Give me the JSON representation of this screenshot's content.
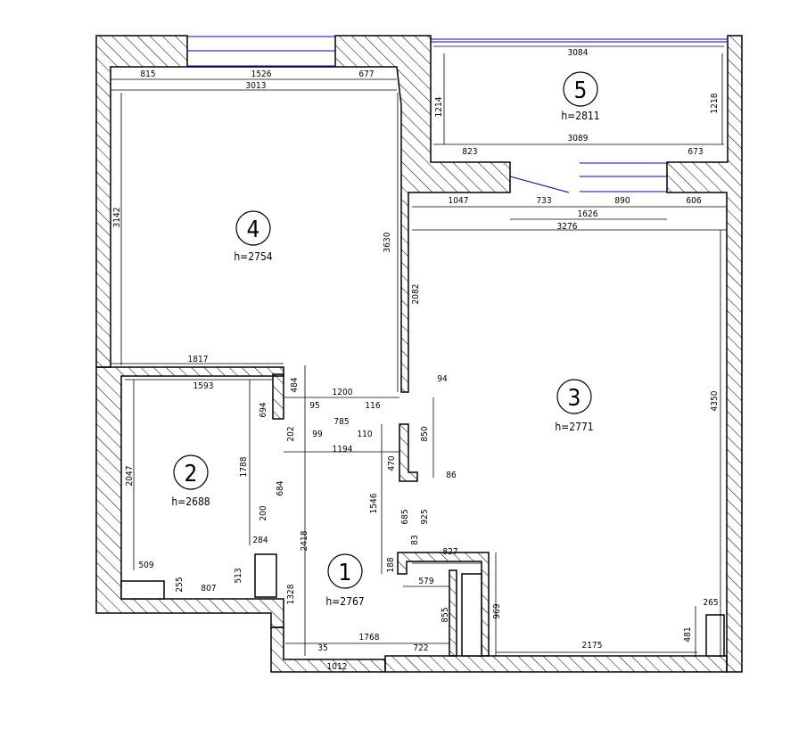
{
  "rooms": [
    {
      "number": "1",
      "height": "h=2767"
    },
    {
      "number": "2",
      "height": "h=2688"
    },
    {
      "number": "3",
      "height": "h=2771"
    },
    {
      "number": "4",
      "height": "h=2754"
    },
    {
      "number": "5",
      "height": "h=2811"
    }
  ],
  "dims": [
    "815",
    "1526",
    "677",
    "3013",
    "3142",
    "3630",
    "1817",
    "1593",
    "484",
    "1200",
    "694",
    "95",
    "116",
    "785",
    "202",
    "99",
    "110",
    "1194",
    "1788",
    "2047",
    "684",
    "200",
    "284",
    "2418",
    "509",
    "255",
    "807",
    "513",
    "1328",
    "35",
    "1768",
    "722",
    "1012",
    "3084",
    "1214",
    "1218",
    "823",
    "3089",
    "673",
    "1047",
    "733",
    "890",
    "606",
    "1626",
    "3276",
    "2082",
    "94",
    "850",
    "470",
    "86",
    "1546",
    "685",
    "925",
    "83",
    "827",
    "188",
    "579",
    "855",
    "969",
    "2175",
    "481",
    "265",
    "4350"
  ]
}
